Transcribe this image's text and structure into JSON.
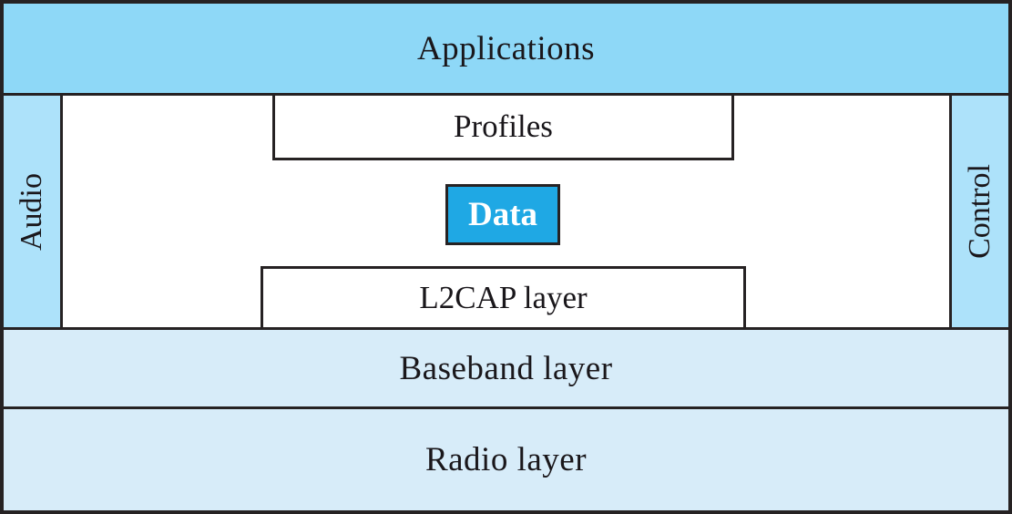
{
  "diagram": {
    "type": "layered-protocol-stack",
    "layers": {
      "applications": "Applications",
      "audio": "Audio",
      "control": "Control",
      "profiles": "Profiles",
      "data": "Data",
      "l2cap": "L2CAP layer",
      "baseband": "Baseband layer",
      "radio": "Radio layer"
    },
    "colors": {
      "applications_fill": "#8ed8f7",
      "side_strip_fill": "#ade2fa",
      "lower_band_fill": "#d7ecf9",
      "inner_box_fill": "#ffffff",
      "data_box_fill": "#1fa8e4",
      "data_text": "#ffffff",
      "border": "#262223",
      "text": "#1a171b"
    }
  }
}
